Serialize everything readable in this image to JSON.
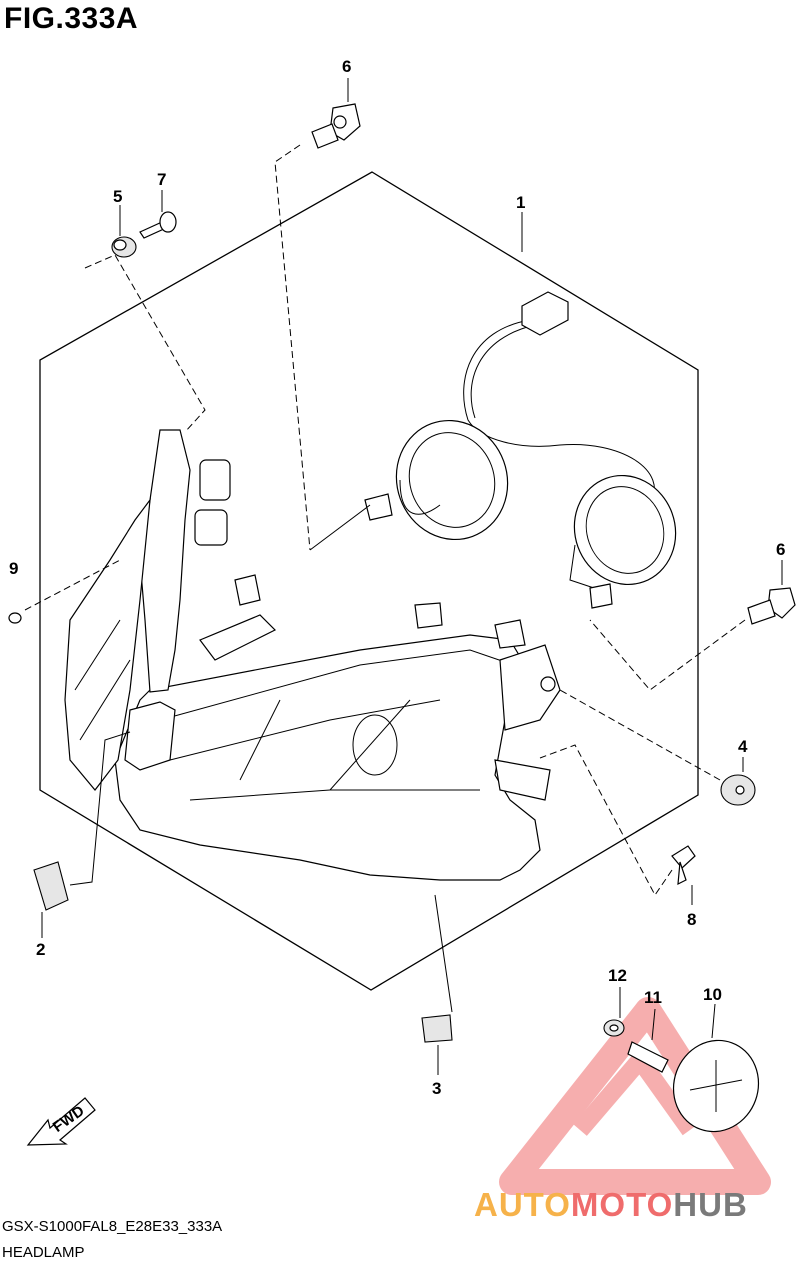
{
  "figure": {
    "title": "FIG.333A"
  },
  "callouts": {
    "c1": "1",
    "c2": "2",
    "c3": "3",
    "c4": "4",
    "c5": "5",
    "c6_top": "6",
    "c6_right": "6",
    "c7": "7",
    "c8": "8",
    "c9": "9",
    "c10": "10",
    "c11": "11",
    "c12": "12"
  },
  "fwd_label": "FWD",
  "footer": {
    "model_code": "GSX-S1000FAL8_E28E33_333A",
    "part_name": "HEADLAMP"
  },
  "watermark": {
    "part1": "AUTO",
    "part2": "MOTO",
    "part3": "HUB"
  }
}
